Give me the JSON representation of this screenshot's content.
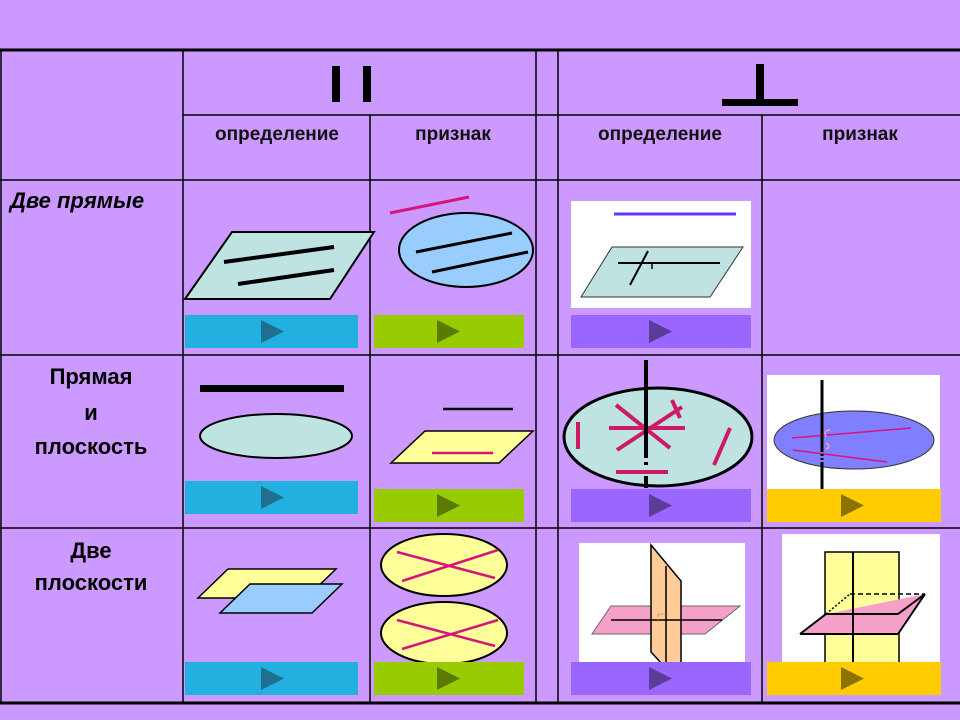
{
  "header": {
    "parallel_symbol": "parallel",
    "perpendicular_symbol": "perpendicular",
    "parallel_columns": [
      "определение",
      "признак"
    ],
    "perpendicular_columns": [
      "определение",
      "признак"
    ]
  },
  "rows": [
    {
      "label": "Две прямые"
    },
    {
      "label_lines": [
        "Прямая",
        "и",
        "плоскость"
      ]
    },
    {
      "label_lines": [
        "Две",
        "плоскости"
      ]
    }
  ],
  "colors": {
    "background": "#cc99ff",
    "button_blue": "#22b0e0",
    "button_green": "#99cc00",
    "button_purple": "#9966ff",
    "button_yellow": "#ffcc00"
  }
}
